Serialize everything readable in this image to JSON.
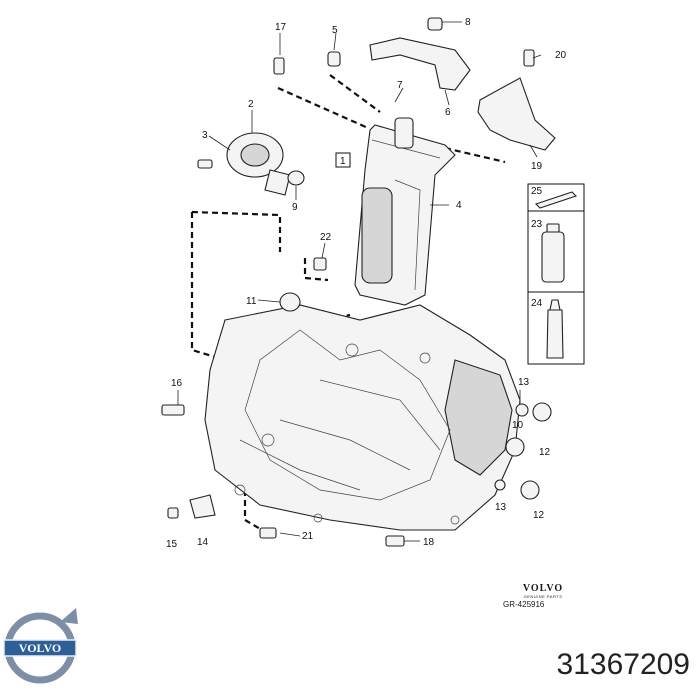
{
  "callouts": {
    "c1": "1",
    "c2": "2",
    "c3": "3",
    "c4": "4",
    "c5": "5",
    "c6": "6",
    "c7": "7",
    "c8": "8",
    "c9": "9",
    "c10": "10",
    "c11": "11",
    "c12a": "12",
    "c12b": "12",
    "c13a": "13",
    "c13b": "13",
    "c14": "14",
    "c15": "15",
    "c16": "16",
    "c17": "17",
    "c18": "18",
    "c19": "19",
    "c20": "20",
    "c21": "21",
    "c22": "22",
    "c23": "23",
    "c24": "24",
    "c25": "25"
  },
  "brand": {
    "name": "VOLVO",
    "subtitle": "GENUINE PARTS",
    "reference": "GR-425916",
    "part_number": "31367209"
  },
  "colors": {
    "ink": "#1a1a1a",
    "logo_blue": "#2f5f97",
    "logo_steel": "#7d8fa6"
  }
}
